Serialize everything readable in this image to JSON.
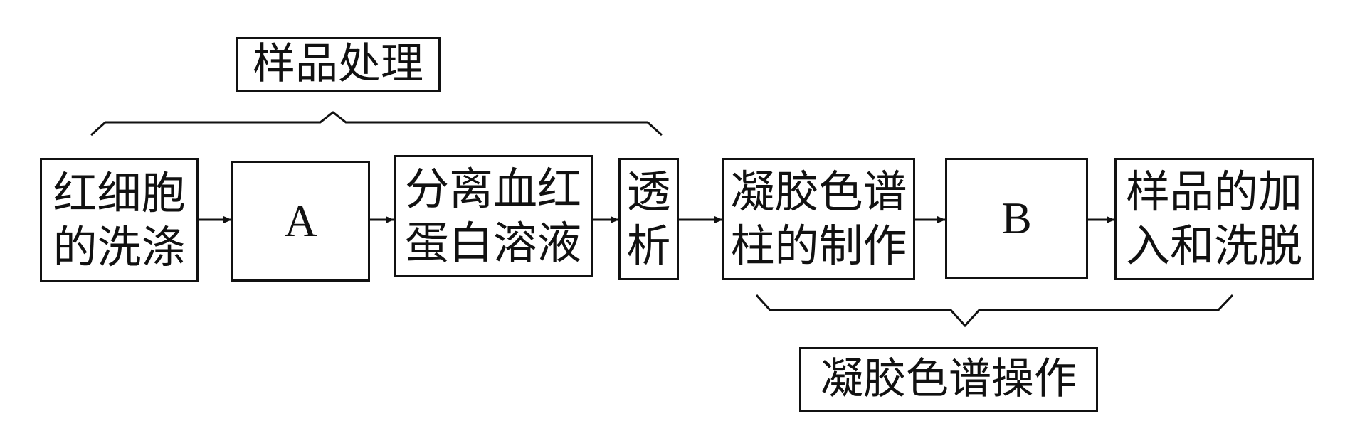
{
  "groups": {
    "sample_processing": "样品处理",
    "gel_chromatography": "凝胶色谱操作"
  },
  "steps": [
    {
      "id": "s1",
      "label": "红细胞\n的洗涤"
    },
    {
      "id": "s2",
      "label": "A"
    },
    {
      "id": "s3",
      "label": "分离血红\n蛋白溶液"
    },
    {
      "id": "s4",
      "label": "透\n析"
    },
    {
      "id": "s5",
      "label": "凝胶色谱\n柱的制作"
    },
    {
      "id": "s6",
      "label": "B"
    },
    {
      "id": "s7",
      "label": "样品的加\n入和洗脱"
    }
  ]
}
